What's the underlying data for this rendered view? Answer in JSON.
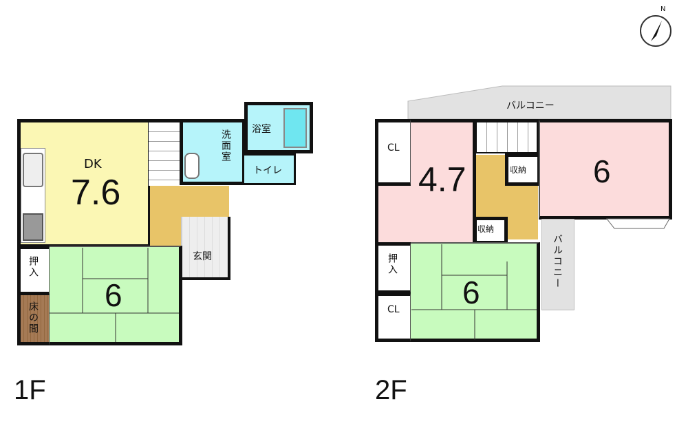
{
  "compass": {
    "label": "N"
  },
  "floor1": {
    "label": "1F",
    "rooms": {
      "dk": {
        "name": "DK",
        "size": "7.6",
        "color": "#fbf7b4"
      },
      "washroom": {
        "name": "洗面室",
        "color": "#b6f4fa"
      },
      "bath": {
        "name": "浴室",
        "color": "#b6f4fa"
      },
      "toilet": {
        "name": "トイレ",
        "color": "#b6f4fa"
      },
      "entrance": {
        "name": "玄関",
        "color": "#eeeeee"
      },
      "washitsu": {
        "size": "6",
        "color": "#c8fbbe"
      },
      "oshiire": {
        "name": "押入"
      },
      "tokonoma": {
        "name": "床の間",
        "color": "#a57a55"
      },
      "hall": {
        "color": "#e8c468"
      }
    }
  },
  "floor2": {
    "label": "2F",
    "rooms": {
      "west": {
        "size": "4.7",
        "color": "#fcdcdc"
      },
      "east": {
        "size": "6",
        "color": "#fcdcdc"
      },
      "washitsu": {
        "size": "6",
        "color": "#c8fbbe"
      },
      "cl_top": {
        "name": "CL"
      },
      "cl_bottom": {
        "name": "CL"
      },
      "oshiire": {
        "name": "押入"
      },
      "storage_upper": {
        "name": "収納"
      },
      "storage_lower": {
        "name": "収納"
      },
      "balcony_top": {
        "name": "バルコニー",
        "color": "#e2e2e2"
      },
      "balcony_side": {
        "name": "バルコニー"
      }
    }
  }
}
